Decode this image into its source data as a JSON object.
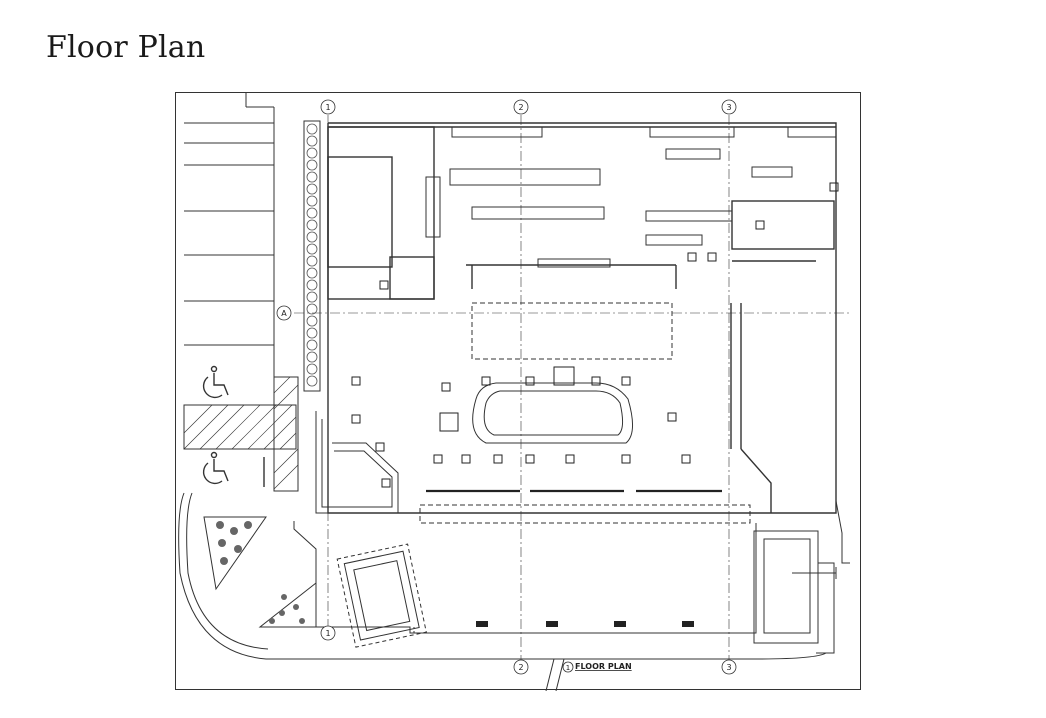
{
  "page": {
    "title": "Floor Plan"
  },
  "plan": {
    "caption": "FLOOR PLAN",
    "caption_number": "1",
    "grid_labels": {
      "col1": "1",
      "col2": "2",
      "col3": "3",
      "rowA": "A"
    }
  }
}
